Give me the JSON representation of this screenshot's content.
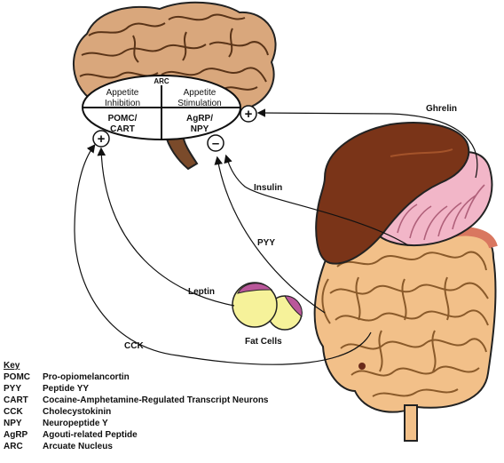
{
  "arc": {
    "title": "ARC",
    "inhibition_label": "Appetite\nInhibition",
    "stimulation_label": "Appetite\nStimulation",
    "pomc_label": "POMC/\nCART",
    "agrp_label": "AgRP/\nNPY"
  },
  "signs": {
    "plus_left": "+",
    "minus_mid": "–",
    "plus_right": "+"
  },
  "labels": {
    "ghrelin": "Ghrelin",
    "insulin": "Insulin",
    "pyy": "PYY",
    "leptin": "Leptin",
    "fat_cells": "Fat Cells",
    "cck": "CCK"
  },
  "key": {
    "title": "Key",
    "entries": [
      {
        "abbr": "POMC",
        "desc": "Pro-opiomelancortin"
      },
      {
        "abbr": "PYY",
        "desc": "Peptide YY"
      },
      {
        "abbr": "CART",
        "desc": "Cocaine-Amphetamine-Regulated Transcript Neurons"
      },
      {
        "abbr": "CCK",
        "desc": "Cholecystokinin"
      },
      {
        "abbr": "NPY",
        "desc": "Neuropeptide Y"
      },
      {
        "abbr": "AgRP",
        "desc": "Agouti-related Peptide"
      },
      {
        "abbr": "ARC",
        "desc": "Arcuate Nucleus"
      }
    ]
  },
  "colors": {
    "liver": "#7a3418",
    "stomach": "#f2b6c8",
    "intestine": "#f2c089",
    "fat_cell": "#f6f29a",
    "fat_cell_cap": "#b9579a"
  }
}
